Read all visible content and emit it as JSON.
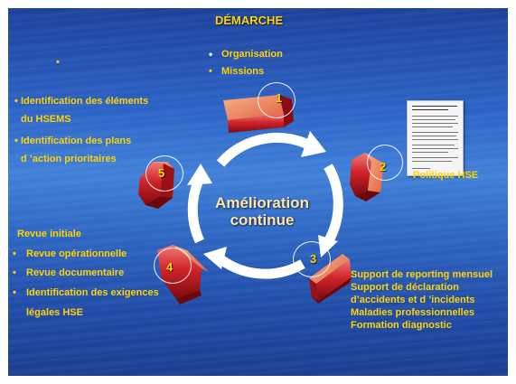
{
  "title": "DÉMARCHE",
  "center_label": [
    "Amélioration",
    "continue"
  ],
  "step1": {
    "number": "1",
    "items": [
      "Organisation",
      "Missions"
    ]
  },
  "step2": {
    "number": "2",
    "label": "Politique HSE"
  },
  "step3": {
    "number": "3",
    "items": [
      "Support de reporting mensuel",
      "Support de déclaration",
      "d’accidents et d ’incidents",
      "Maladies professionnelles",
      "Formation diagnostic"
    ]
  },
  "step4": {
    "number": "4",
    "heading": "Revue initiale",
    "items": [
      "Revue opérationnelle",
      "Revue documentaire",
      "Identification des exigences",
      "légales HSE"
    ]
  },
  "step5": {
    "number": "5",
    "items": [
      "Identification des éléments",
      "du HSEMS",
      "Identification des plans",
      "d ’action prioritaires"
    ]
  },
  "bullet_char": "•",
  "colors": {
    "accent_yellow": "#ffd200",
    "shape_red": "#c4141a",
    "background_blue": "#2a62c6"
  }
}
